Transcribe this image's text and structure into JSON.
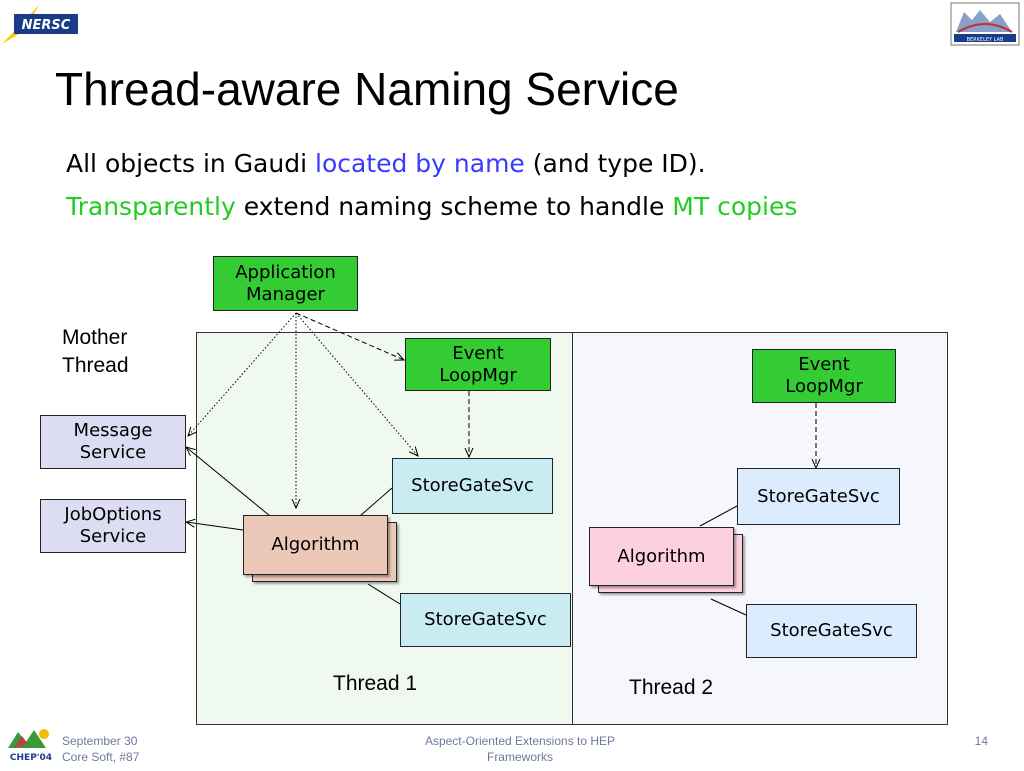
{
  "logos": {
    "nersc": "NERSC",
    "berkeley": "BERKELEY LAB",
    "chep": "CHEP'04"
  },
  "title": "Thread-aware Naming Service",
  "bullets": {
    "line1": {
      "part1": "All objects in Gaudi ",
      "part2": "located by name",
      "part3": " (and type ID)."
    },
    "line2": {
      "part1": "Transparently",
      "part2": " extend naming scheme to handle ",
      "part3": "MT copies"
    }
  },
  "diagram": {
    "app_manager": "Application\nManager",
    "mother_thread": "Mother\nThread",
    "message_service": "Message\nService",
    "joboptions_service": "JobOptions\nService",
    "thread1": {
      "event_loop": "Event\nLoopMgr",
      "storegate_top": "StoreGateSvc",
      "algorithm": "Algorithm",
      "storegate_bottom": "StoreGateSvc",
      "label": "Thread 1"
    },
    "thread2": {
      "event_loop": "Event\nLoopMgr",
      "storegate_top": "StoreGateSvc",
      "algorithm": "Algorithm",
      "storegate_bottom": "StoreGateSvc",
      "label": "Thread 2"
    }
  },
  "footer": {
    "left_line1": "September 30",
    "left_line2": "Core Soft, #87",
    "center_line1": "Aspect-Oriented Extensions to HEP",
    "center_line2": "Frameworks",
    "page": "14"
  },
  "colors": {
    "thread1_bg": "#f0f9ef",
    "thread2_bg": "#f6f6fd",
    "green_box": "#33cc33",
    "accent_blue": "#3a3aff",
    "accent_green": "#22cc22"
  }
}
